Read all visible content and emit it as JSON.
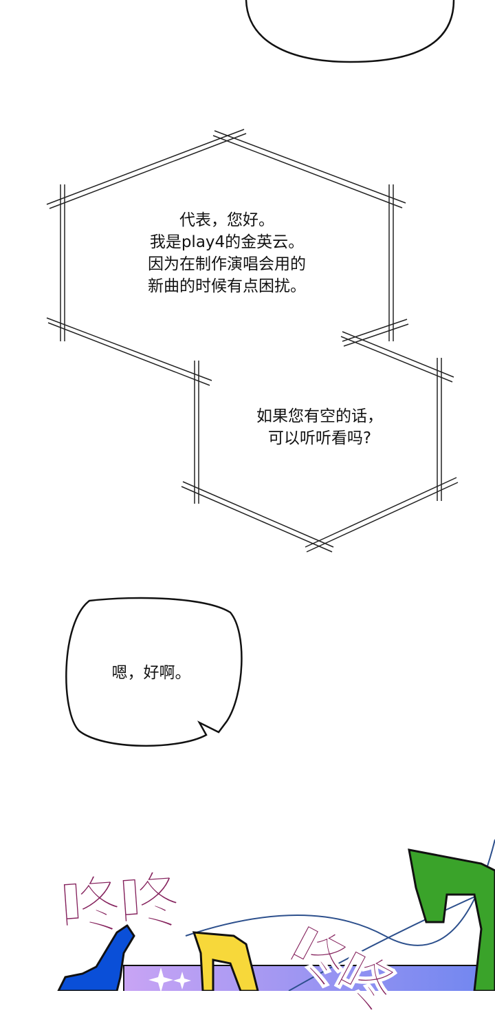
{
  "bubbles": {
    "hex_1": {
      "lines": [
        "代表，您好。",
        "我是play4的金英云。",
        "因为在制作演唱会用的",
        "新曲的时候有点困扰。"
      ]
    },
    "hex_2": {
      "lines": [
        "如果您有空的话，",
        "可以听听看吗?"
      ]
    },
    "round_1": {
      "text": "嗯，好啊。"
    }
  },
  "sfx": {
    "knock_1": "咚咚",
    "knock_2": "咚咚"
  },
  "colors": {
    "sfx_purple": "#84215c",
    "band_purple": "#9a8cf0",
    "note_blue": "#0a4fd8",
    "note_yellow": "#f7d83a",
    "note_green": "#3aa32a"
  }
}
